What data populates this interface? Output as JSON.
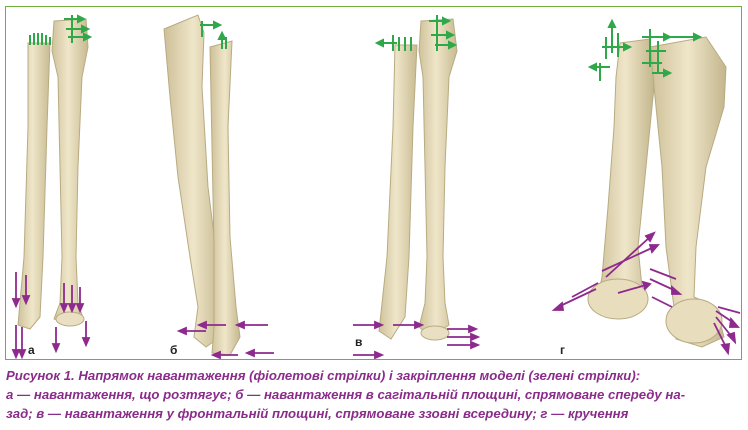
{
  "figure": {
    "panels": [
      {
        "label": "а",
        "load": "tension"
      },
      {
        "label": "б",
        "load": "sagittal"
      },
      {
        "label": "в",
        "load": "frontal"
      },
      {
        "label": "г",
        "load": "torsion"
      }
    ],
    "colors": {
      "bone": "#e6dcbc",
      "bone_shadow": "#c2b58c",
      "load_arrow": "#8e2a8e",
      "fixation_arrow": "#2fa84a",
      "frame": "#6fae3f",
      "caption": "#8a2c8a"
    },
    "caption": {
      "line1": "Рисунок 1. Напрямок навантаження (фіолетові стрілки) і закріплення моделі (зелені стрілки):",
      "line2": "а — навантаження, що розтягує; б — навантаження в сагітальній площині, спрямоване спереду на-",
      "line3": "зад; в — навантаження у фронтальній площині, спрямоване ззовні всередину; г — кручення"
    }
  }
}
